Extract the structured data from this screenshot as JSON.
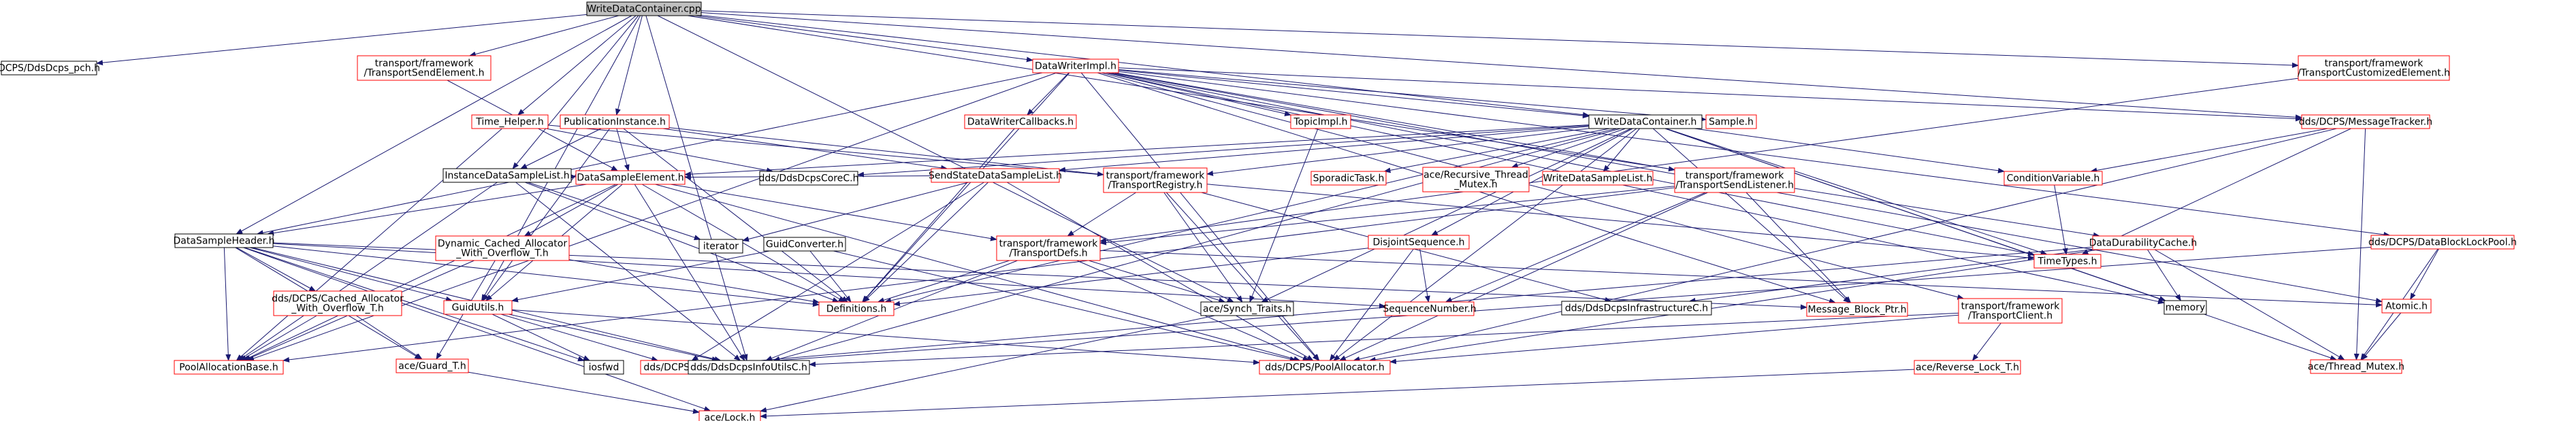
{
  "graph": {
    "root": "WriteDataContainer.cpp",
    "colors": {
      "root_fill": "#bfbfbf",
      "node_fill": "#ffffff",
      "stroke_normal": "#000000",
      "stroke_missing": "#ff0000",
      "edge": "#191970",
      "text": "#000000"
    },
    "nodes": [
      {
        "id": "wdc_cpp",
        "label": [
          "WriteDataContainer.cpp"
        ],
        "style": "root"
      },
      {
        "id": "dcps_pch",
        "label": [
          "DCPS/DdsDcps_pch.h"
        ],
        "style": "normal"
      },
      {
        "id": "tf_sendelem",
        "label": [
          "transport/framework",
          "/TransportSendElement.h"
        ],
        "style": "missing"
      },
      {
        "id": "dwimpl",
        "label": [
          "DataWriterImpl.h"
        ],
        "style": "missing"
      },
      {
        "id": "tf_custelem",
        "label": [
          "transport/framework",
          "/TransportCustomizedElement.h"
        ],
        "style": "missing"
      },
      {
        "id": "time_helper",
        "label": [
          "Time_Helper.h"
        ],
        "style": "missing"
      },
      {
        "id": "pubinst",
        "label": [
          "PublicationInstance.h"
        ],
        "style": "missing"
      },
      {
        "id": "dwcallbacks",
        "label": [
          "DataWriterCallbacks.h"
        ],
        "style": "missing"
      },
      {
        "id": "topicimpl",
        "label": [
          "TopicImpl.h"
        ],
        "style": "missing"
      },
      {
        "id": "wdc_h",
        "label": [
          "WriteDataContainer.h"
        ],
        "style": "normal"
      },
      {
        "id": "sample_h",
        "label": [
          "Sample.h"
        ],
        "style": "missing"
      },
      {
        "id": "msgtracker",
        "label": [
          "dds/DCPS/MessageTracker.h"
        ],
        "style": "missing"
      },
      {
        "id": "idsl",
        "label": [
          "InstanceDataSampleList.h"
        ],
        "style": "normal"
      },
      {
        "id": "corec",
        "label": [
          "dds/DdsDcpsCoreC.h"
        ],
        "style": "normal"
      },
      {
        "id": "dse",
        "label": [
          "DataSampleElement.h"
        ],
        "style": "missing"
      },
      {
        "id": "ssdsl",
        "label": [
          "SendStateDataSampleList.h"
        ],
        "style": "missing"
      },
      {
        "id": "tf_registry",
        "label": [
          "transport/framework",
          "/TransportRegistry.h"
        ],
        "style": "missing"
      },
      {
        "id": "sporadic",
        "label": [
          "SporadicTask.h"
        ],
        "style": "missing"
      },
      {
        "id": "ace_rtm",
        "label": [
          "ace/Recursive_Thread",
          "_Mutex.h"
        ],
        "style": "missing"
      },
      {
        "id": "wdsl",
        "label": [
          "WriteDataSampleList.h"
        ],
        "style": "missing"
      },
      {
        "id": "tf_sendlistener",
        "label": [
          "transport/framework",
          "/TransportSendListener.h"
        ],
        "style": "missing"
      },
      {
        "id": "condvar",
        "label": [
          "ConditionVariable.h"
        ],
        "style": "missing"
      },
      {
        "id": "dbl_pool",
        "label": [
          "dds/DCPS/DataBlockLockPool.h"
        ],
        "style": "missing"
      },
      {
        "id": "dsh",
        "label": [
          "DataSampleHeader.h"
        ],
        "style": "normal"
      },
      {
        "id": "dcawo",
        "label": [
          "Dynamic_Cached_Allocator",
          "_With_Overflow_T.h"
        ],
        "style": "missing"
      },
      {
        "id": "iterator",
        "label": [
          "iterator"
        ],
        "style": "normal"
      },
      {
        "id": "guidconv",
        "label": [
          "GuidConverter.h"
        ],
        "style": "normal"
      },
      {
        "id": "tf_defs",
        "label": [
          "transport/framework",
          "/TransportDefs.h"
        ],
        "style": "missing"
      },
      {
        "id": "disjoint",
        "label": [
          "DisjointSequence.h"
        ],
        "style": "missing"
      },
      {
        "id": "timetypes",
        "label": [
          "TimeTypes.h"
        ],
        "style": "missing"
      },
      {
        "id": "ddcache",
        "label": [
          "DataDurabilityCache.h"
        ],
        "style": "missing"
      },
      {
        "id": "dcps_cawo",
        "label": [
          "dds/DCPS/Cached_Allocator",
          "_With_Overflow_T.h"
        ],
        "style": "missing"
      },
      {
        "id": "guidutils",
        "label": [
          "GuidUtils.h"
        ],
        "style": "missing"
      },
      {
        "id": "definitions",
        "label": [
          "Definitions.h"
        ],
        "style": "missing"
      },
      {
        "id": "ace_synch",
        "label": [
          "ace/Synch_Traits.h"
        ],
        "style": "normal"
      },
      {
        "id": "seqnum",
        "label": [
          "SequenceNumber.h"
        ],
        "style": "missing"
      },
      {
        "id": "infrac",
        "label": [
          "dds/DdsDcpsInfrastructureC.h"
        ],
        "style": "normal"
      },
      {
        "id": "mbptr",
        "label": [
          "Message_Block_Ptr.h"
        ],
        "style": "missing"
      },
      {
        "id": "tf_client",
        "label": [
          "transport/framework",
          "/TransportClient.h"
        ],
        "style": "missing"
      },
      {
        "id": "memory",
        "label": [
          "memory"
        ],
        "style": "normal"
      },
      {
        "id": "atomic",
        "label": [
          "Atomic.h"
        ],
        "style": "missing"
      },
      {
        "id": "poolalloc_base",
        "label": [
          "PoolAllocationBase.h"
        ],
        "style": "missing"
      },
      {
        "id": "ace_guard",
        "label": [
          "ace/Guard_T.h"
        ],
        "style": "missing"
      },
      {
        "id": "iosfwd",
        "label": [
          "iosfwd"
        ],
        "style": "normal"
      },
      {
        "id": "dcps_util",
        "label": [
          "dds/DCPS/Util.h"
        ],
        "style": "missing"
      },
      {
        "id": "infoutilsc",
        "label": [
          "dds/DdsDcpsInfoUtilsC.h"
        ],
        "style": "normal"
      },
      {
        "id": "pool_allocator",
        "label": [
          "dds/DCPS/PoolAllocator.h"
        ],
        "style": "missing"
      },
      {
        "id": "ace_rlock",
        "label": [
          "ace/Reverse_Lock_T.h"
        ],
        "style": "missing"
      },
      {
        "id": "ace_tmutex",
        "label": [
          "ace/Thread_Mutex.h"
        ],
        "style": "missing"
      },
      {
        "id": "ace_lock",
        "label": [
          "ace/Lock.h"
        ],
        "style": "missing"
      }
    ],
    "edges": [
      [
        "wdc_cpp",
        "dcps_pch"
      ],
      [
        "wdc_cpp",
        "tf_sendelem"
      ],
      [
        "wdc_cpp",
        "dwimpl"
      ],
      [
        "wdc_cpp",
        "tf_custelem"
      ],
      [
        "wdc_cpp",
        "time_helper"
      ],
      [
        "wdc_cpp",
        "pubinst"
      ],
      [
        "wdc_cpp",
        "wdc_h"
      ],
      [
        "wdc_cpp",
        "msgtracker"
      ],
      [
        "wdc_cpp",
        "idsl"
      ],
      [
        "wdc_cpp",
        "dsh"
      ],
      [
        "wdc_cpp",
        "ddcache"
      ],
      [
        "wdc_cpp",
        "infoutilsc"
      ],
      [
        "wdc_cpp",
        "ace_synch"
      ],
      [
        "wdc_cpp",
        "guidutils"
      ],
      [
        "tf_sendelem",
        "dse"
      ],
      [
        "tf_custelem",
        "tf_defs"
      ],
      [
        "dwimpl",
        "dwcallbacks"
      ],
      [
        "dwimpl",
        "topicimpl"
      ],
      [
        "dwimpl",
        "wdc_h"
      ],
      [
        "dwimpl",
        "sample_h"
      ],
      [
        "dwimpl",
        "msgtracker"
      ],
      [
        "dwimpl",
        "tf_sendlistener"
      ],
      [
        "dwimpl",
        "dbl_pool"
      ],
      [
        "dwimpl",
        "timetypes"
      ],
      [
        "dwimpl",
        "mbptr"
      ],
      [
        "dwimpl",
        "tf_client"
      ],
      [
        "dwimpl",
        "definitions"
      ],
      [
        "dwimpl",
        "dsh"
      ],
      [
        "dwimpl",
        "poolalloc_base"
      ],
      [
        "dwimpl",
        "atomic"
      ],
      [
        "dwimpl",
        "pool_allocator"
      ],
      [
        "dwimpl",
        "memory"
      ],
      [
        "time_helper",
        "corec"
      ],
      [
        "time_helper",
        "timetypes"
      ],
      [
        "time_helper",
        "poolalloc_base"
      ],
      [
        "pubinst",
        "idsl"
      ],
      [
        "pubinst",
        "dse"
      ],
      [
        "pubinst",
        "ssdsl"
      ],
      [
        "pubinst",
        "tf_registry"
      ],
      [
        "pubinst",
        "definitions"
      ],
      [
        "pubinst",
        "guidutils"
      ],
      [
        "dwcallbacks",
        "definitions"
      ],
      [
        "topicimpl",
        "ace_synch"
      ],
      [
        "wdc_h",
        "corec"
      ],
      [
        "wdc_h",
        "dse"
      ],
      [
        "wdc_h",
        "sporadic"
      ],
      [
        "wdc_h",
        "ace_rtm"
      ],
      [
        "wdc_h",
        "wdsl"
      ],
      [
        "wdc_h",
        "condvar"
      ],
      [
        "wdc_h",
        "ssdsl"
      ],
      [
        "wdc_h",
        "tf_registry"
      ],
      [
        "wdc_h",
        "disjoint"
      ],
      [
        "wdc_h",
        "timetypes"
      ],
      [
        "wdc_h",
        "mbptr"
      ],
      [
        "wdc_h",
        "ace_synch"
      ],
      [
        "wdc_h",
        "memory"
      ],
      [
        "wdc_h",
        "ace_tmutex"
      ],
      [
        "wdc_h",
        "pool_allocator"
      ],
      [
        "wdc_h",
        "definitions"
      ],
      [
        "wdc_h",
        "infoutilsc"
      ],
      [
        "msgtracker",
        "condvar"
      ],
      [
        "msgtracker",
        "timetypes"
      ],
      [
        "msgtracker",
        "pool_allocator"
      ],
      [
        "msgtracker",
        "ace_tmutex"
      ],
      [
        "idsl",
        "dse"
      ],
      [
        "idsl",
        "iterator"
      ],
      [
        "idsl",
        "definitions"
      ],
      [
        "idsl",
        "poolalloc_base"
      ],
      [
        "idsl",
        "infoutilsc"
      ],
      [
        "dse",
        "dsh"
      ],
      [
        "dse",
        "dcawo"
      ],
      [
        "dse",
        "tf_defs"
      ],
      [
        "dse",
        "guidutils"
      ],
      [
        "dse",
        "definitions"
      ],
      [
        "dse",
        "poolalloc_base"
      ],
      [
        "dse",
        "pool_allocator"
      ],
      [
        "dse",
        "infoutilsc"
      ],
      [
        "ssdsl",
        "dse"
      ],
      [
        "ssdsl",
        "iterator"
      ],
      [
        "ssdsl",
        "definitions"
      ],
      [
        "ssdsl",
        "pool_allocator"
      ],
      [
        "ssdsl",
        "dcps_util"
      ],
      [
        "tf_registry",
        "tf_defs"
      ],
      [
        "tf_registry",
        "ace_synch"
      ],
      [
        "tf_registry",
        "pool_allocator"
      ],
      [
        "tf_registry",
        "infrac"
      ],
      [
        "tf_sendlistener",
        "tf_defs"
      ],
      [
        "tf_sendlistener",
        "mbptr"
      ],
      [
        "tf_sendlistener",
        "seqnum"
      ],
      [
        "tf_sendlistener",
        "pool_allocator"
      ],
      [
        "tf_sendlistener",
        "poolalloc_base"
      ],
      [
        "condvar",
        "timetypes"
      ],
      [
        "dbl_pool",
        "atomic"
      ],
      [
        "dbl_pool",
        "ace_tmutex"
      ],
      [
        "dbl_pool",
        "dcps_util"
      ],
      [
        "dsh",
        "dcps_cawo"
      ],
      [
        "dsh",
        "guidutils"
      ],
      [
        "dsh",
        "definitions"
      ],
      [
        "dsh",
        "mbptr"
      ],
      [
        "dsh",
        "seqnum"
      ],
      [
        "dsh",
        "poolalloc_base"
      ],
      [
        "dsh",
        "ace_guard"
      ],
      [
        "dsh",
        "iosfwd"
      ],
      [
        "dsh",
        "ace_lock"
      ],
      [
        "dsh",
        "infoutilsc"
      ],
      [
        "dcawo",
        "ace_guard"
      ],
      [
        "dcawo",
        "poolalloc_base"
      ],
      [
        "dcawo",
        "definitions"
      ],
      [
        "guidconv",
        "guidutils"
      ],
      [
        "guidconv",
        "definitions"
      ],
      [
        "guidconv",
        "pool_allocator"
      ],
      [
        "tf_defs",
        "definitions"
      ],
      [
        "tf_defs",
        "ace_synch"
      ],
      [
        "tf_defs",
        "pool_allocator"
      ],
      [
        "tf_defs",
        "infoutilsc"
      ],
      [
        "tf_defs",
        "atomic"
      ],
      [
        "disjoint",
        "definitions"
      ],
      [
        "disjoint",
        "seqnum"
      ],
      [
        "disjoint",
        "pool_allocator"
      ],
      [
        "ddcache",
        "ace_tmutex"
      ],
      [
        "ddcache",
        "memory"
      ],
      [
        "ddcache",
        "pool_allocator"
      ],
      [
        "ddcache",
        "infrac"
      ],
      [
        "ddcache",
        "dcps_util"
      ],
      [
        "dcps_cawo",
        "ace_guard"
      ],
      [
        "dcps_cawo",
        "poolalloc_base"
      ],
      [
        "guidutils",
        "iosfwd"
      ],
      [
        "guidutils",
        "dcps_util"
      ],
      [
        "guidutils",
        "pool_allocator"
      ],
      [
        "guidutils",
        "infoutilsc"
      ],
      [
        "ace_synch",
        "ace_lock"
      ],
      [
        "tf_client",
        "ace_rlock"
      ],
      [
        "tf_client",
        "pool_allocator"
      ],
      [
        "tf_client",
        "infoutilsc"
      ],
      [
        "atomic",
        "ace_tmutex"
      ],
      [
        "ace_guard",
        "ace_lock"
      ],
      [
        "ace_rlock",
        "ace_lock"
      ]
    ]
  }
}
